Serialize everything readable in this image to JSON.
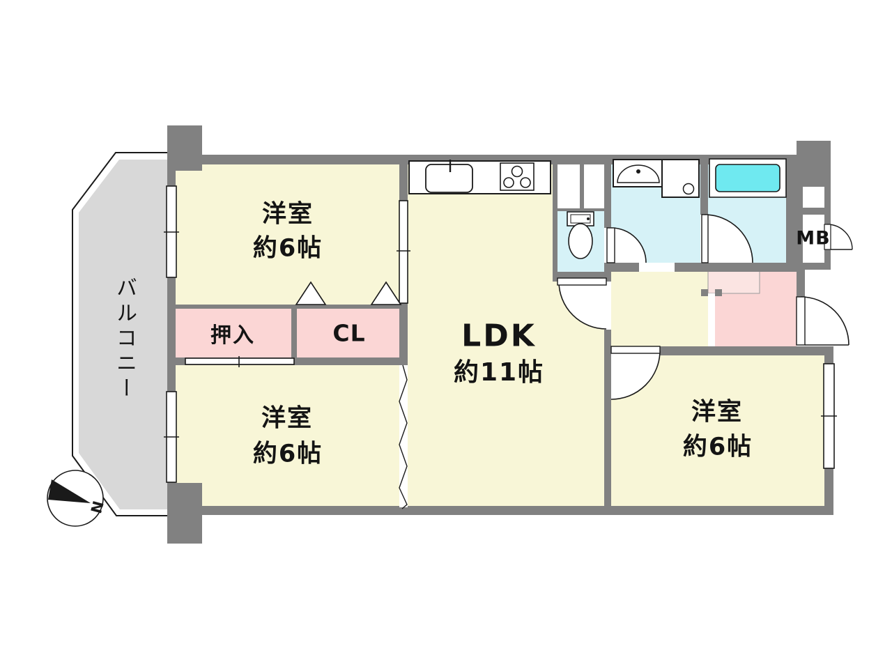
{
  "floorplan": {
    "rooms": {
      "bedroom_top": {
        "label": "洋室",
        "area": "約6帖"
      },
      "bedroom_bottom": {
        "label": "洋室",
        "area": "約6帖"
      },
      "bedroom_right": {
        "label": "洋室",
        "area": "約6帖"
      },
      "ldk": {
        "label": "LDK",
        "area": "約11帖"
      },
      "closet_oshiire": {
        "label": "押入"
      },
      "closet_cl": {
        "label": "CL"
      },
      "balcony": {
        "label": "バルコニー"
      },
      "meter_box": {
        "label": "MB"
      }
    },
    "compass": {
      "north_label": "N"
    },
    "fixtures": {
      "kitchen": "kitchen-sink-and-stove",
      "toilet": "toilet",
      "vanity": "washbasin",
      "washer": "washing-machine-pan",
      "bath": "bathtub"
    },
    "colors": {
      "room_floor": "#F8F6D7",
      "closet_floor": "#FBD6D5",
      "entry_step": "#FBE4E2",
      "wet_area_floor": "#D6F2F7",
      "bathtub": "#6FE9F0",
      "wall": "#818181",
      "balcony_floor": "#D8D8D8"
    }
  }
}
